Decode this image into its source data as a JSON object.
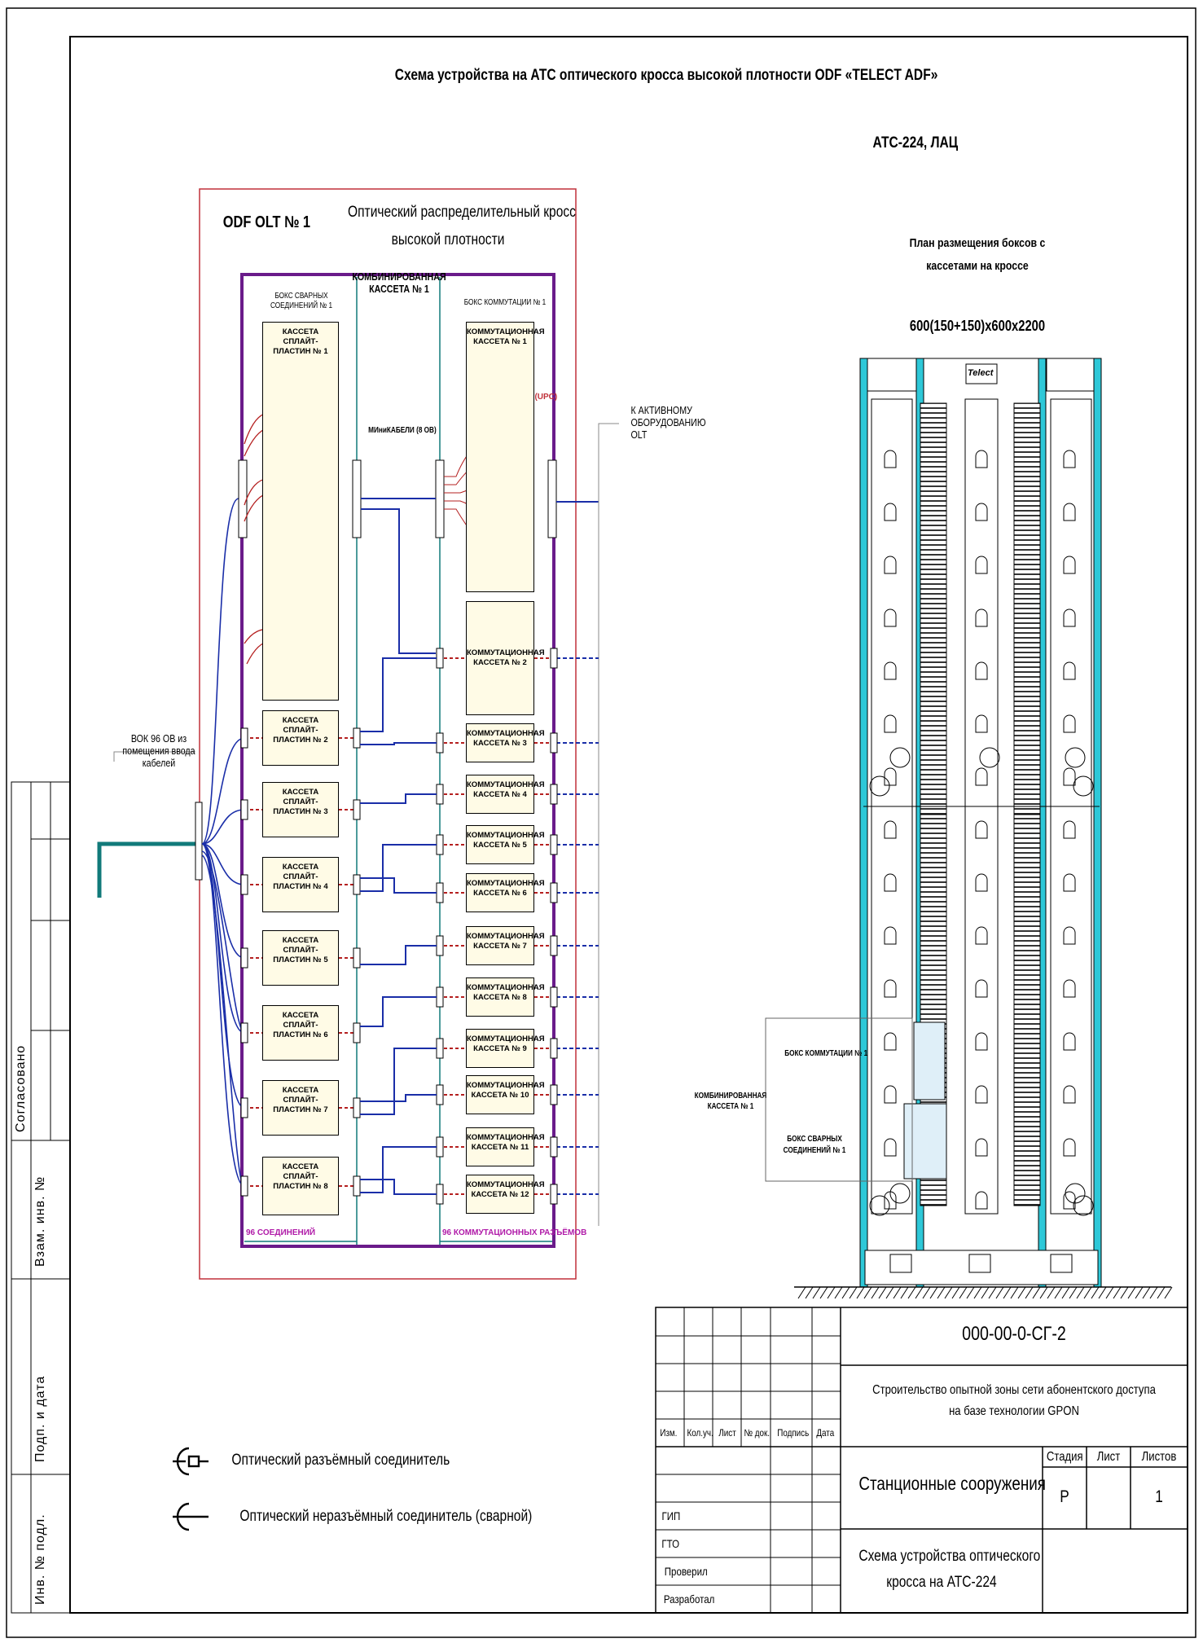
{
  "drawing": {
    "title": "Схема устройства на АТС оптического кросса высокой плотности ODF «TELECT ADF»",
    "station": "АТС-224, ЛАЦ"
  },
  "odf": {
    "name": "ODF OLT № 1",
    "caption_line1": "Оптический распределительный кросс",
    "caption_line2": "высокой плотности",
    "combined_cassette": "КОМБИНИРОВАННАЯ КАССЕТА № 1",
    "splice_box": "БОКС СВАРНЫХ СОЕДИНЕНИЙ № 1",
    "patch_box": "БОКС КОММУТАЦИИ № 1",
    "minicables": "МИниКАБЕЛИ (8 ОВ)",
    "sc_label": "SC SM (UPC)",
    "to_active": "К АКТИВНОМУ ОБОРУДОВАНИЮ OLT",
    "incoming_cable": "ВОК 96 ОВ из помещения ввода кабелей",
    "splices_total": "96 СОЕДИНЕНИЙ",
    "connectors_total": "96 КОММУТАЦИОННЫХ РАЗЪЁМОВ",
    "splice_cassettes": [
      "КАССЕТА СПЛАЙТ-ПЛАСТИН № 1",
      "КАССЕТА СПЛАЙТ-ПЛАСТИН № 2",
      "КАССЕТА СПЛАЙТ-ПЛАСТИН № 3",
      "КАССЕТА СПЛАЙТ-ПЛАСТИН № 4",
      "КАССЕТА СПЛАЙТ-ПЛАСТИН № 5",
      "КАССЕТА СПЛАЙТ-ПЛАСТИН № 6",
      "КАССЕТА СПЛАЙТ-ПЛАСТИН № 7",
      "КАССЕТА СПЛАЙТ-ПЛАСТИН № 8"
    ],
    "patch_cassettes": [
      "КОММУТАЦИОННАЯ КАССЕТА № 1",
      "КОММУТАЦИОННАЯ КАССЕТА № 2",
      "КОММУТАЦИОННАЯ КАССЕТА № 3",
      "КОММУТАЦИОННАЯ КАССЕТА № 4",
      "КОММУТАЦИОННАЯ КАССЕТА № 5",
      "КОММУТАЦИОННАЯ КАССЕТА № 6",
      "КОММУТАЦИОННАЯ КАССЕТА № 7",
      "КОММУТАЦИОННАЯ КАССЕТА № 8",
      "КОММУТАЦИОННАЯ КАССЕТА № 9",
      "КОММУТАЦИОННАЯ КАССЕТА № 10",
      "КОММУТАЦИОННАЯ КАССЕТА № 11",
      "КОММУТАЦИОННАЯ КАССЕТА № 12"
    ],
    "splice_numbers": [
      "1",
      "2",
      "12"
    ],
    "patch_numbers": [
      "1",
      "8"
    ]
  },
  "rack": {
    "plan_line1": "План размещения боксов с",
    "plan_line2": "кассетами на кроссе",
    "dimensions": "600(150+150)x600x2200",
    "logo": "Telect",
    "patch_box": "БОКС КОММУТАЦИИ № 1",
    "combined_line1": "КОМБИНИРОВАННАЯ",
    "combined_line2": "КАССЕТА № 1",
    "splice_line1": "БОКС СВАРНЫХ",
    "splice_line2": "СОЕДИНЕНИЙ № 1"
  },
  "legend": {
    "connector": "Оптический разъёмный соединитель",
    "splice": "Оптический неразъёмный соединитель (сварной)"
  },
  "side_stamp": {
    "agreed": "Согласовано",
    "replace_inv": "Взам. инв. №",
    "sign_date": "Подп. и дата",
    "inv_no": "Инв. № подл."
  },
  "title_block": {
    "code": "000-00-0-СГ-2",
    "project_line1": "Строительство опытной зоны сети абонентского доступа",
    "project_line2": "на базе технологии GPON",
    "section": "Станционные сооружения",
    "sheet_line1": "Схема устройства оптического",
    "sheet_line2": "кросса на АТС-224",
    "headers": [
      "Изм.",
      "Кол.уч.",
      "Лист",
      "№ док.",
      "Подпись",
      "Дата"
    ],
    "stage_header": "Стадия",
    "sheet_header": "Лист",
    "sheets_header": "Листов",
    "stage": "Р",
    "sheets": "1",
    "roles": [
      "ГИП",
      "ГТО",
      "Проверил",
      "Разработал"
    ]
  },
  "colors": {
    "frame_red": "#c0313a",
    "purple": "#6a1b8a",
    "blue": "#1a2ea8",
    "teal": "#117a7a",
    "red_fiber": "#b52020",
    "cassette_fill": "#fffbe6",
    "rack_cyan": "#2ec8d8"
  }
}
